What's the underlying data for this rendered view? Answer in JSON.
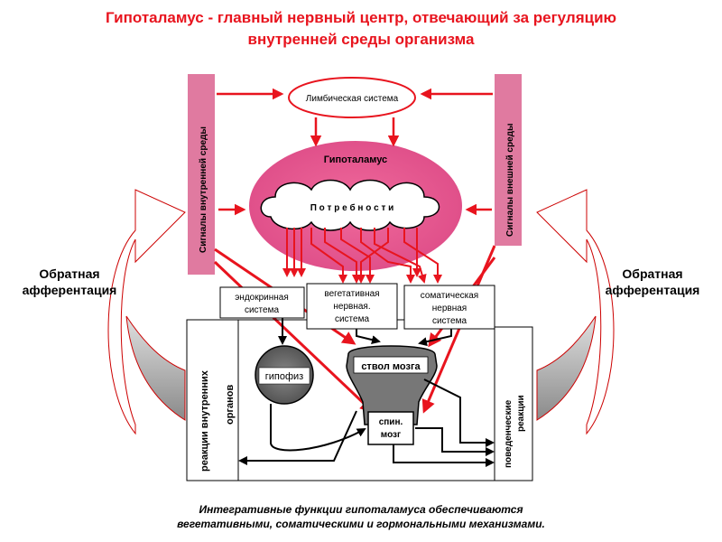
{
  "title": {
    "line1": "Гипоталамус - главный нервный центр, отвечающий за регуляцию",
    "line2": "внутренней среды организма"
  },
  "limbic": "Лимбическая система",
  "hypothalamus": "Гипоталамус",
  "needs": "П о т р е б н о с т и",
  "signals_internal": "Сигналы внутренней среды",
  "signals_external": "Сигналы внешней среды",
  "feedback_left": {
    "line1": "Обратная",
    "line2": "афферентация"
  },
  "feedback_right": {
    "line1": "Обратная",
    "line2": "афферентация"
  },
  "endocrine": {
    "line1": "эндокринная",
    "line2": "система"
  },
  "vegetative": {
    "line1": "вегетативная",
    "line2": "нервная.",
    "line3": "система"
  },
  "somatic": {
    "line1": "соматическая",
    "line2": "нервная",
    "line3": "система"
  },
  "pituitary": "гипофиз",
  "brainstem": "ствол мозга",
  "spinal": {
    "line1": "спин.",
    "line2": "мозг"
  },
  "organ_reactions": {
    "line1": "реакции внутренних",
    "line2": "органов"
  },
  "behavior_reactions": {
    "line1": "поведенческие",
    "line2": "реакции"
  },
  "caption": {
    "line1": "Интегративные функции гипоталамуса обеспечиваются",
    "line2": "вегетативными, соматическими и гормональными механизмами."
  },
  "colors": {
    "red": "#e8141e",
    "pink_bar": "#e0709a",
    "hypothalamus_fill": "#e8508a",
    "gray_dark": "#6a6a6a",
    "gray_light": "#bbbbbb"
  }
}
